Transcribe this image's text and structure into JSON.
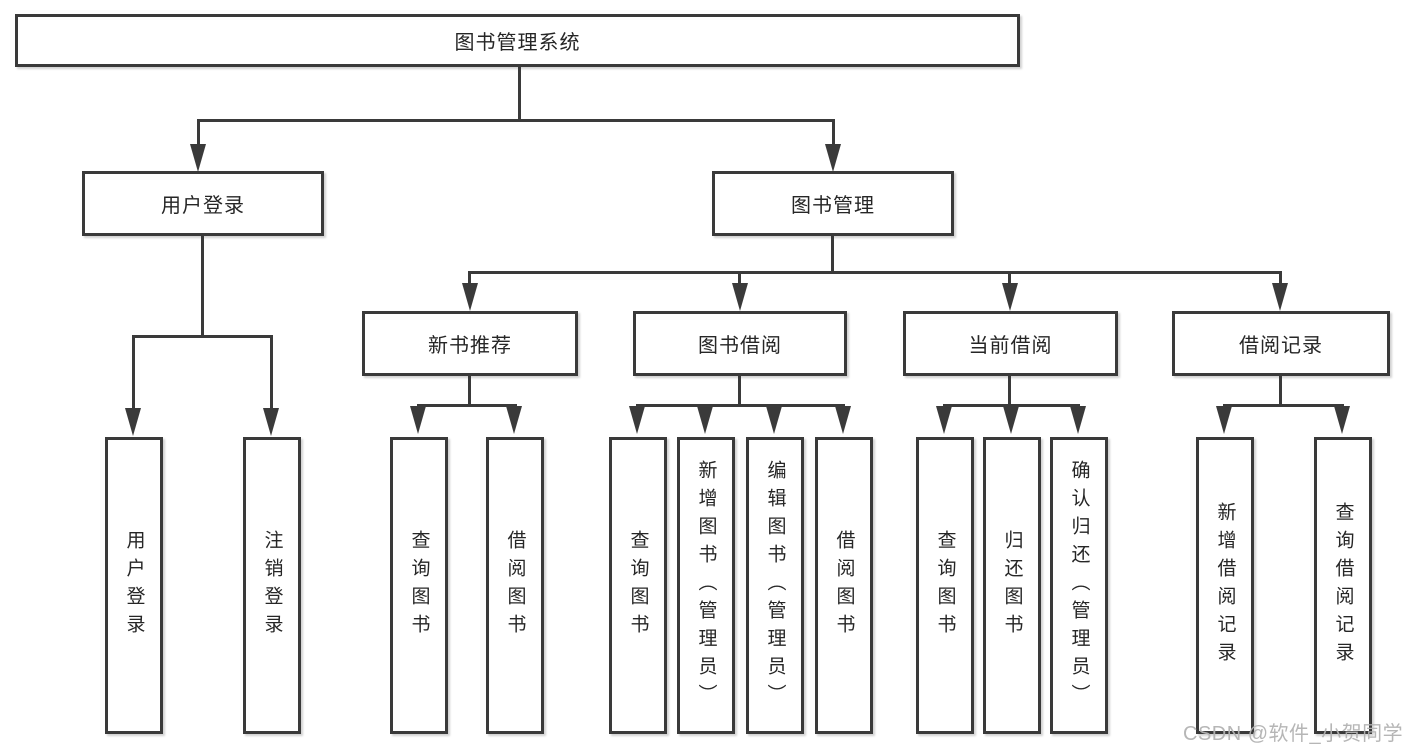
{
  "diagram": {
    "title": "图书管理系统",
    "type": "hierarchy-tree",
    "colors": {
      "line": "#3a3a3a",
      "text": "#262626",
      "background": "#ffffff",
      "watermark": "#b2b2b2"
    },
    "watermark": "CSDN @软件_小贺同学",
    "tree": {
      "label": "图书管理系统",
      "children": [
        {
          "label": "用户登录",
          "children": [
            {
              "label": "用户登录"
            },
            {
              "label": "注销登录"
            }
          ]
        },
        {
          "label": "图书管理",
          "children": [
            {
              "label": "新书推荐",
              "children": [
                {
                  "label": "查询图书"
                },
                {
                  "label": "借阅图书"
                }
              ]
            },
            {
              "label": "图书借阅",
              "children": [
                {
                  "label": "查询图书"
                },
                {
                  "label": "新增图书（管理员）"
                },
                {
                  "label": "编辑图书（管理员）"
                },
                {
                  "label": "借阅图书"
                }
              ]
            },
            {
              "label": "当前借阅",
              "children": [
                {
                  "label": "查询图书"
                },
                {
                  "label": "归还图书"
                },
                {
                  "label": "确认归还（管理员）"
                }
              ]
            },
            {
              "label": "借阅记录",
              "children": [
                {
                  "label": "新增借阅记录"
                },
                {
                  "label": "查询借阅记录"
                }
              ]
            }
          ]
        }
      ]
    }
  }
}
